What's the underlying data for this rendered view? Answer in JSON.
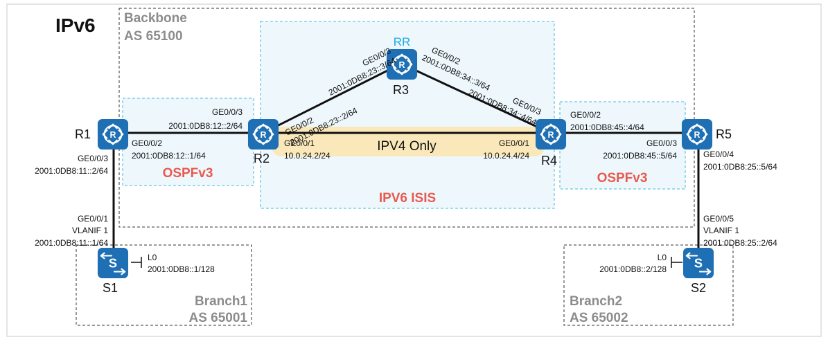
{
  "title": "IPv6",
  "backbone": {
    "name": "Backbone",
    "as": "AS 65100"
  },
  "branch1": {
    "name": "Branch1",
    "as": "AS 65001"
  },
  "branch2": {
    "name": "Branch2",
    "as": "AS 65002"
  },
  "areas": {
    "left_ospf": "OSPFv3",
    "right_ospf": "OSPFv3",
    "isis": "IPV6 ISIS",
    "ipv4": "IPV4 Only"
  },
  "devices": {
    "r1": "R1",
    "r2": "R2",
    "r3": "R3",
    "r4": "R4",
    "r5": "R5",
    "rr": "RR",
    "s1": "S1",
    "s2": "S2"
  },
  "labels": {
    "r1_r2_r2port": "GE0/0/3",
    "r1_r2_r2addr": "2001:0DB8:12::2/64",
    "r1_r2_r1port": "GE0/0/2",
    "r1_r2_r1addr": "2001:0DB8:12::1/64",
    "r1_s1_r1port": "GE0/0/3",
    "r1_s1_r1addr": "2001:0DB8:11::2/64",
    "r1_s1_s1port": "GE0/0/1",
    "r1_s1_vlan": "VLANIF 1",
    "r1_s1_s1addr": "2001:0DB8:11::1/64",
    "s1_lo": "L0",
    "s1_loaddr": "2001:0DB8::1/128",
    "r2_r3_r3port": "GE0/0/3",
    "r2_r3_r3addr": "2001:0DB8:23::3/64",
    "r2_r3_r2port": "GE0/0/2",
    "r2_r3_r2addr": "2001:0DB8:23::2/64",
    "r3_r4_r3port": "GE0/0/2",
    "r3_r4_r3addr": "2001:0DB8:34::3/64",
    "r3_r4_r4port": "GE0/0/3",
    "r3_r4_r4addr": "2001:0DB8:34::4/64",
    "r2_r4_r2port": "GE0/0/1",
    "r2_r4_r2addr": "10.0.24.2/24",
    "r2_r4_r4port": "GE0/0/1",
    "r2_r4_r4addr": "10.0.24.4/24",
    "r4_r5_r4port": "GE0/0/2",
    "r4_r5_r4addr": "2001:0DB8:45::4/64",
    "r4_r5_r5port": "GE0/0/3",
    "r4_r5_r5addr": "2001:0DB8:45::5/64",
    "r5_s2_r5port": "GE0/0/4",
    "r5_s2_r5addr": "2001:0DB8:25::5/64",
    "r5_s2_s2port": "GE0/0/5",
    "r5_s2_vlan": "VLANIF 1",
    "r5_s2_s2addr": "2001:0DB8:25::2/64",
    "s2_lo": "L0",
    "s2_loaddr": "2001:0DB8::2/128"
  },
  "colors": {
    "router_blue": "#1f6fb5",
    "ospf_red": "#e85a4f",
    "rr_cyan": "#1aa9e0",
    "area_fill": "#eef8fc",
    "area_border": "#42b8e0",
    "ipv4_fill": "#fbe5b2"
  },
  "icons": {
    "router": "router-icon",
    "switch": "switch-icon"
  }
}
